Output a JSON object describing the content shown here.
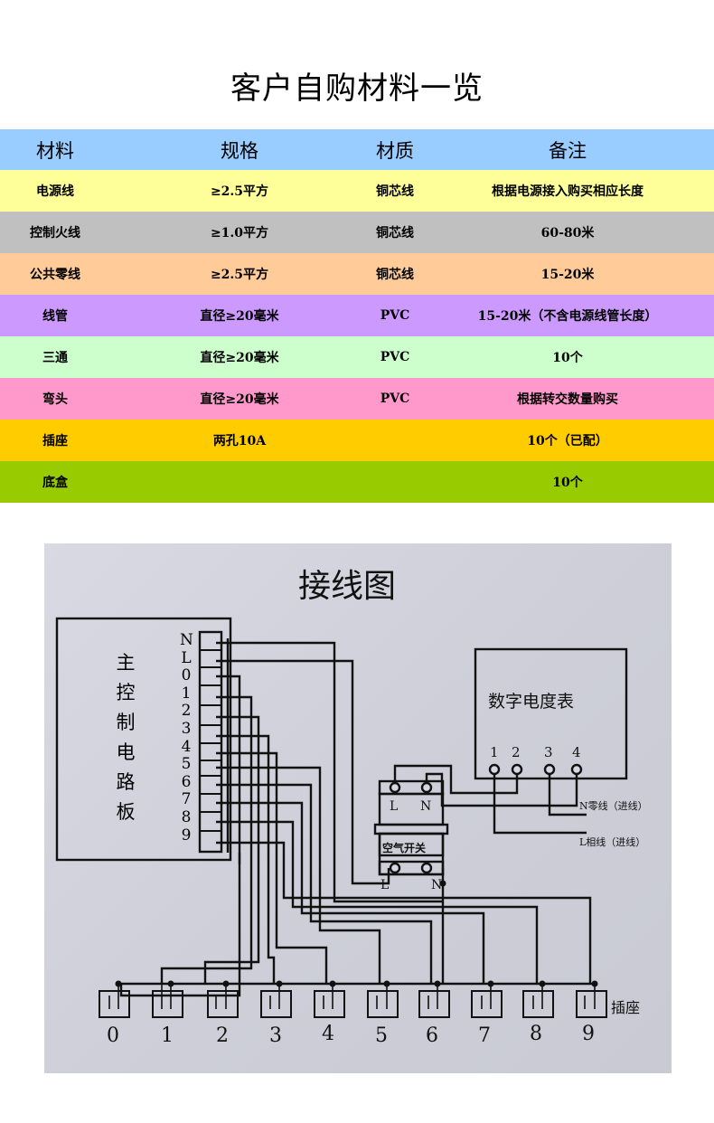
{
  "page": {
    "title": "客户自购材料一览"
  },
  "table": {
    "headers": [
      "材料",
      "规格",
      "材质",
      "备注"
    ],
    "header_color": "#99ccff",
    "rows": [
      {
        "material": "电源线",
        "spec": "≥2.5平方",
        "quality": "铜芯线",
        "note": "根据电源接入购买相应长度",
        "color": "#ffff99"
      },
      {
        "material": "控制火线",
        "spec": "≥1.0平方",
        "quality": "铜芯线",
        "note": "60-80米",
        "color": "#c0c0c0"
      },
      {
        "material": "公共零线",
        "spec": "≥2.5平方",
        "quality": "铜芯线",
        "note": "15-20米",
        "color": "#ffcc99"
      },
      {
        "material": "线管",
        "spec": "直径≥20毫米",
        "quality": "PVC",
        "note": "15-20米（不含电源线管长度）",
        "color": "#cc99ff"
      },
      {
        "material": "三通",
        "spec": "直径≥20毫米",
        "quality": "PVC",
        "note": "10个",
        "color": "#ccffcc"
      },
      {
        "material": "弯头",
        "spec": "直径≥20毫米",
        "quality": "PVC",
        "note": "根据转交数量购买",
        "color": "#ff99cc"
      },
      {
        "material": "插座",
        "spec": "两孔10A",
        "quality": "",
        "note": "10个（已配）",
        "color": "#ffcc00"
      },
      {
        "material": "底盒",
        "spec": "",
        "quality": "",
        "note": "10个",
        "color": "#99cc00"
      }
    ]
  },
  "diagram": {
    "title": "接线图",
    "board_label": [
      "主",
      "控",
      "制",
      "电",
      "路",
      "板"
    ],
    "terminal_labels": [
      "N",
      "L",
      "0",
      "1",
      "2",
      "3",
      "4",
      "5",
      "6",
      "7",
      "8",
      "9"
    ],
    "meter_label": "数字电度表",
    "meter_terminals": [
      "1",
      "2",
      "3",
      "4"
    ],
    "breaker_label": "空气开关",
    "breaker_top": [
      "L",
      "N"
    ],
    "breaker_bottom": [
      "L",
      "N"
    ],
    "neutral_in": "N零线（进线）",
    "live_in": "L相线（进线）",
    "socket_label": "插座",
    "socket_numbers": [
      "0",
      "1",
      "2",
      "3",
      "4",
      "5",
      "6",
      "7",
      "8",
      "9"
    ]
  }
}
